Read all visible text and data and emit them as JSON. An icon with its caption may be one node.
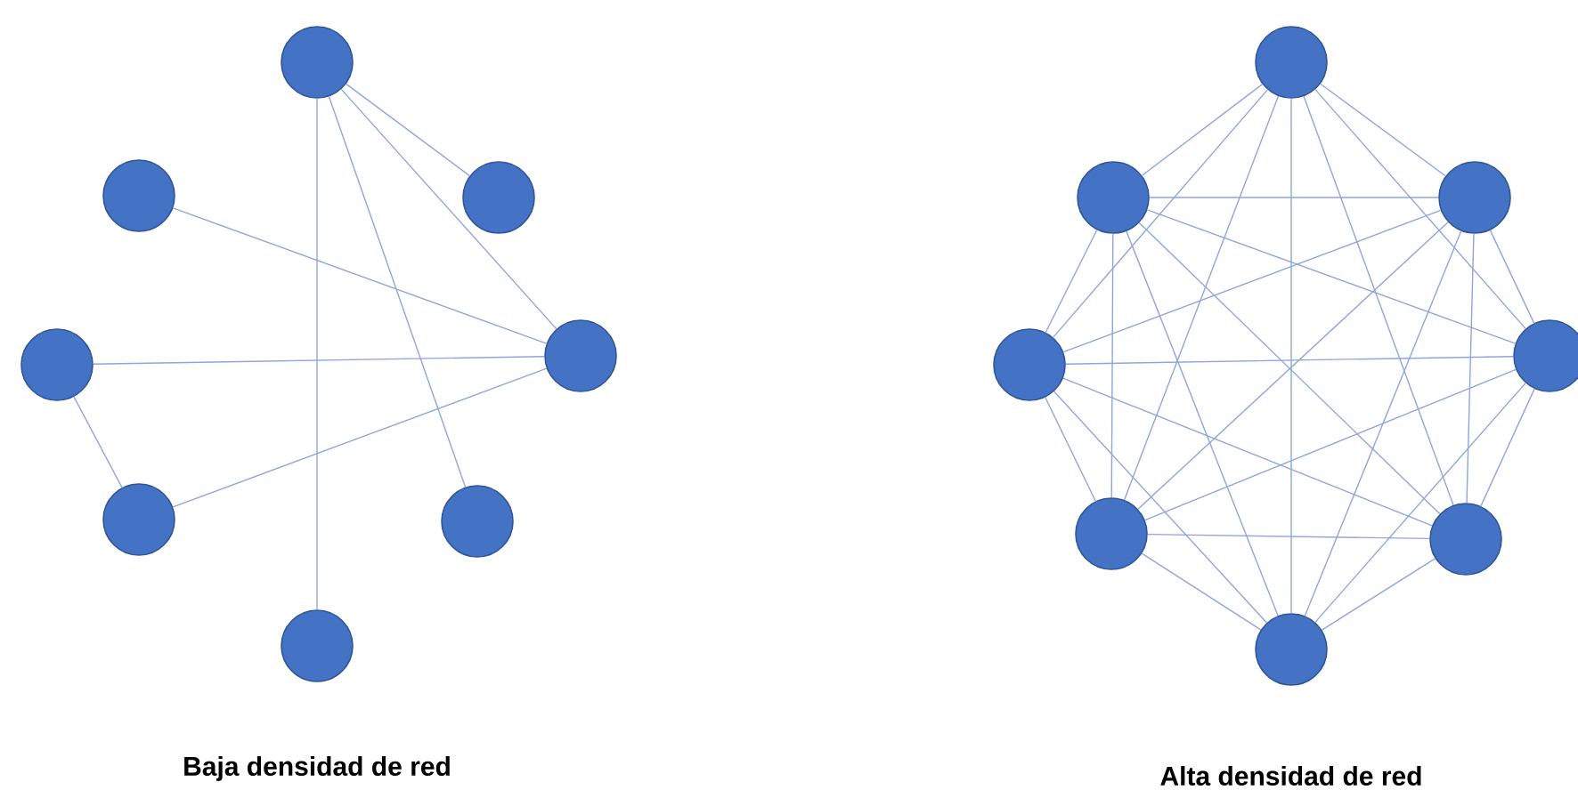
{
  "diagram": {
    "nodes": [
      {
        "text": [],
        "shape": "circle"
      },
      {
        "text": [],
        "shape": "circle"
      },
      {
        "text": [],
        "shape": "circle"
      },
      {
        "text": [],
        "shape": "circle"
      },
      {
        "text": [],
        "shape": "circle"
      },
      {
        "text": [],
        "shape": "circle"
      },
      {
        "text": [],
        "shape": "circle"
      },
      {
        "text": [],
        "shape": "circle"
      },
      {
        "text": [],
        "shape": "circle"
      },
      {
        "text": [],
        "shape": "circle"
      },
      {
        "text": [],
        "shape": "circle"
      },
      {
        "text": [],
        "shape": "circle"
      },
      {
        "text": [],
        "shape": "circle"
      },
      {
        "text": [],
        "shape": "circle"
      },
      {
        "text": [],
        "shape": "circle"
      },
      {
        "text": [],
        "shape": "circle"
      }
    ],
    "edges": [
      {
        "from": 0,
        "to": 2,
        "arrow": "none"
      },
      {
        "from": 0,
        "to": 4,
        "arrow": "none"
      },
      {
        "from": 0,
        "to": 6,
        "arrow": "none"
      },
      {
        "from": 0,
        "to": 7,
        "arrow": "none"
      },
      {
        "from": 1,
        "to": 4,
        "arrow": "none"
      },
      {
        "from": 3,
        "to": 4,
        "arrow": "none"
      },
      {
        "from": 3,
        "to": 5,
        "arrow": "none"
      },
      {
        "from": 5,
        "to": 4,
        "arrow": "none"
      },
      {
        "from": 8,
        "to": 9,
        "arrow": "none"
      },
      {
        "from": 8,
        "to": 10,
        "arrow": "none"
      },
      {
        "from": 8,
        "to": 11,
        "arrow": "none"
      },
      {
        "from": 8,
        "to": 12,
        "arrow": "none"
      },
      {
        "from": 8,
        "to": 13,
        "arrow": "none"
      },
      {
        "from": 8,
        "to": 14,
        "arrow": "none"
      },
      {
        "from": 8,
        "to": 15,
        "arrow": "none"
      },
      {
        "from": 9,
        "to": 10,
        "arrow": "none"
      },
      {
        "from": 9,
        "to": 11,
        "arrow": "none"
      },
      {
        "from": 9,
        "to": 12,
        "arrow": "none"
      },
      {
        "from": 9,
        "to": 13,
        "arrow": "none"
      },
      {
        "from": 9,
        "to": 14,
        "arrow": "none"
      },
      {
        "from": 9,
        "to": 15,
        "arrow": "none"
      },
      {
        "from": 10,
        "to": 11,
        "arrow": "none"
      },
      {
        "from": 10,
        "to": 12,
        "arrow": "none"
      },
      {
        "from": 10,
        "to": 13,
        "arrow": "none"
      },
      {
        "from": 10,
        "to": 14,
        "arrow": "none"
      },
      {
        "from": 10,
        "to": 15,
        "arrow": "none"
      },
      {
        "from": 11,
        "to": 12,
        "arrow": "none"
      },
      {
        "from": 11,
        "to": 13,
        "arrow": "none"
      },
      {
        "from": 11,
        "to": 14,
        "arrow": "none"
      },
      {
        "from": 11,
        "to": 15,
        "arrow": "none"
      },
      {
        "from": 12,
        "to": 13,
        "arrow": "none"
      },
      {
        "from": 12,
        "to": 14,
        "arrow": "none"
      },
      {
        "from": 12,
        "to": 15,
        "arrow": "none"
      },
      {
        "from": 13,
        "to": 14,
        "arrow": "none"
      },
      {
        "from": 13,
        "to": 15,
        "arrow": "none"
      },
      {
        "from": 14,
        "to": 15,
        "arrow": "none"
      }
    ],
    "labels": [
      "Baja densidad de red",
      "Alta densidad de red"
    ]
  }
}
